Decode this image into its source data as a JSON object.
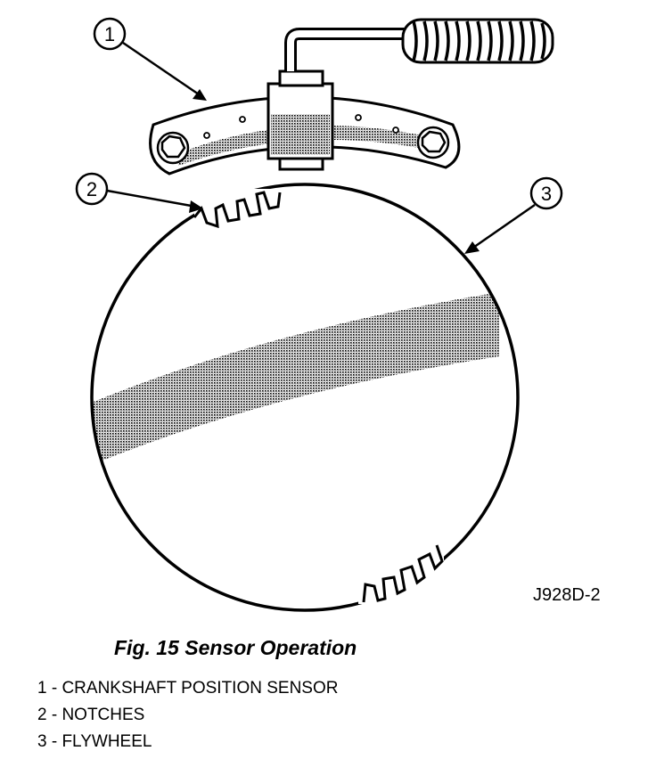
{
  "figure": {
    "code": "J928D-2",
    "caption": "Fig. 15 Sensor Operation"
  },
  "callouts": [
    {
      "number": "1"
    },
    {
      "number": "2"
    },
    {
      "number": "3"
    }
  ],
  "legend": [
    "1 - CRANKSHAFT POSITION SENSOR",
    "2 - NOTCHES",
    "3 - FLYWHEEL"
  ]
}
